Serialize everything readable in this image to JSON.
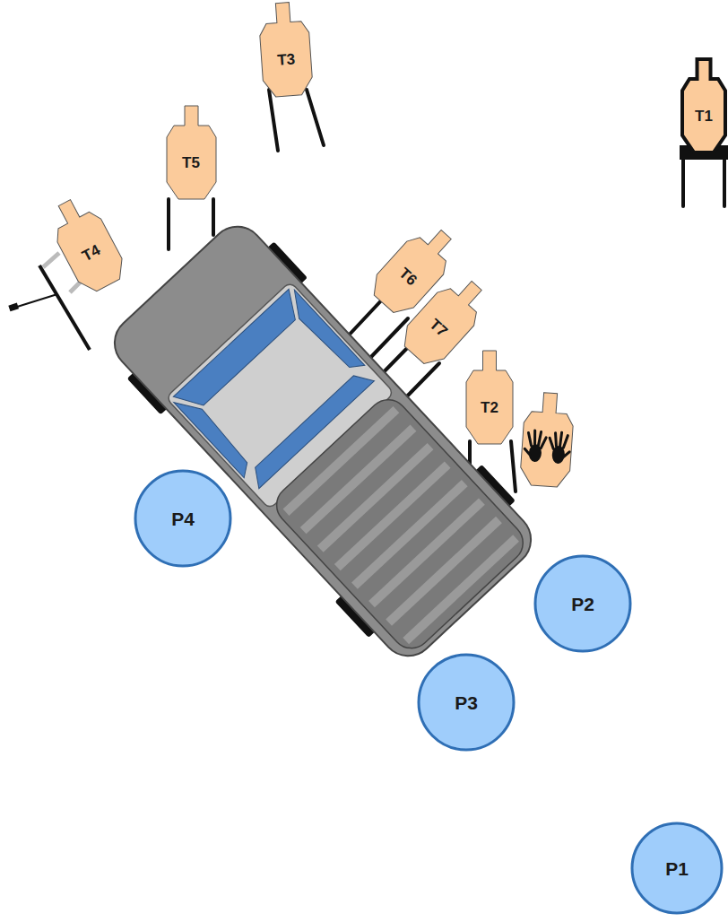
{
  "diagram": {
    "nodes": [
      {
        "text": [
          "T3"
        ]
      },
      {
        "text": [
          "T1"
        ]
      },
      {
        "text": [
          "T5"
        ]
      },
      {
        "text": [
          "T4"
        ]
      },
      {
        "text": [
          "T6"
        ]
      },
      {
        "text": [
          "T7"
        ]
      },
      {
        "text": [
          "T2"
        ]
      },
      {
        "text": [
          "P4"
        ]
      },
      {
        "text": [
          "P2"
        ]
      },
      {
        "text": [
          "P3"
        ]
      },
      {
        "text": [
          "P1"
        ]
      }
    ]
  }
}
